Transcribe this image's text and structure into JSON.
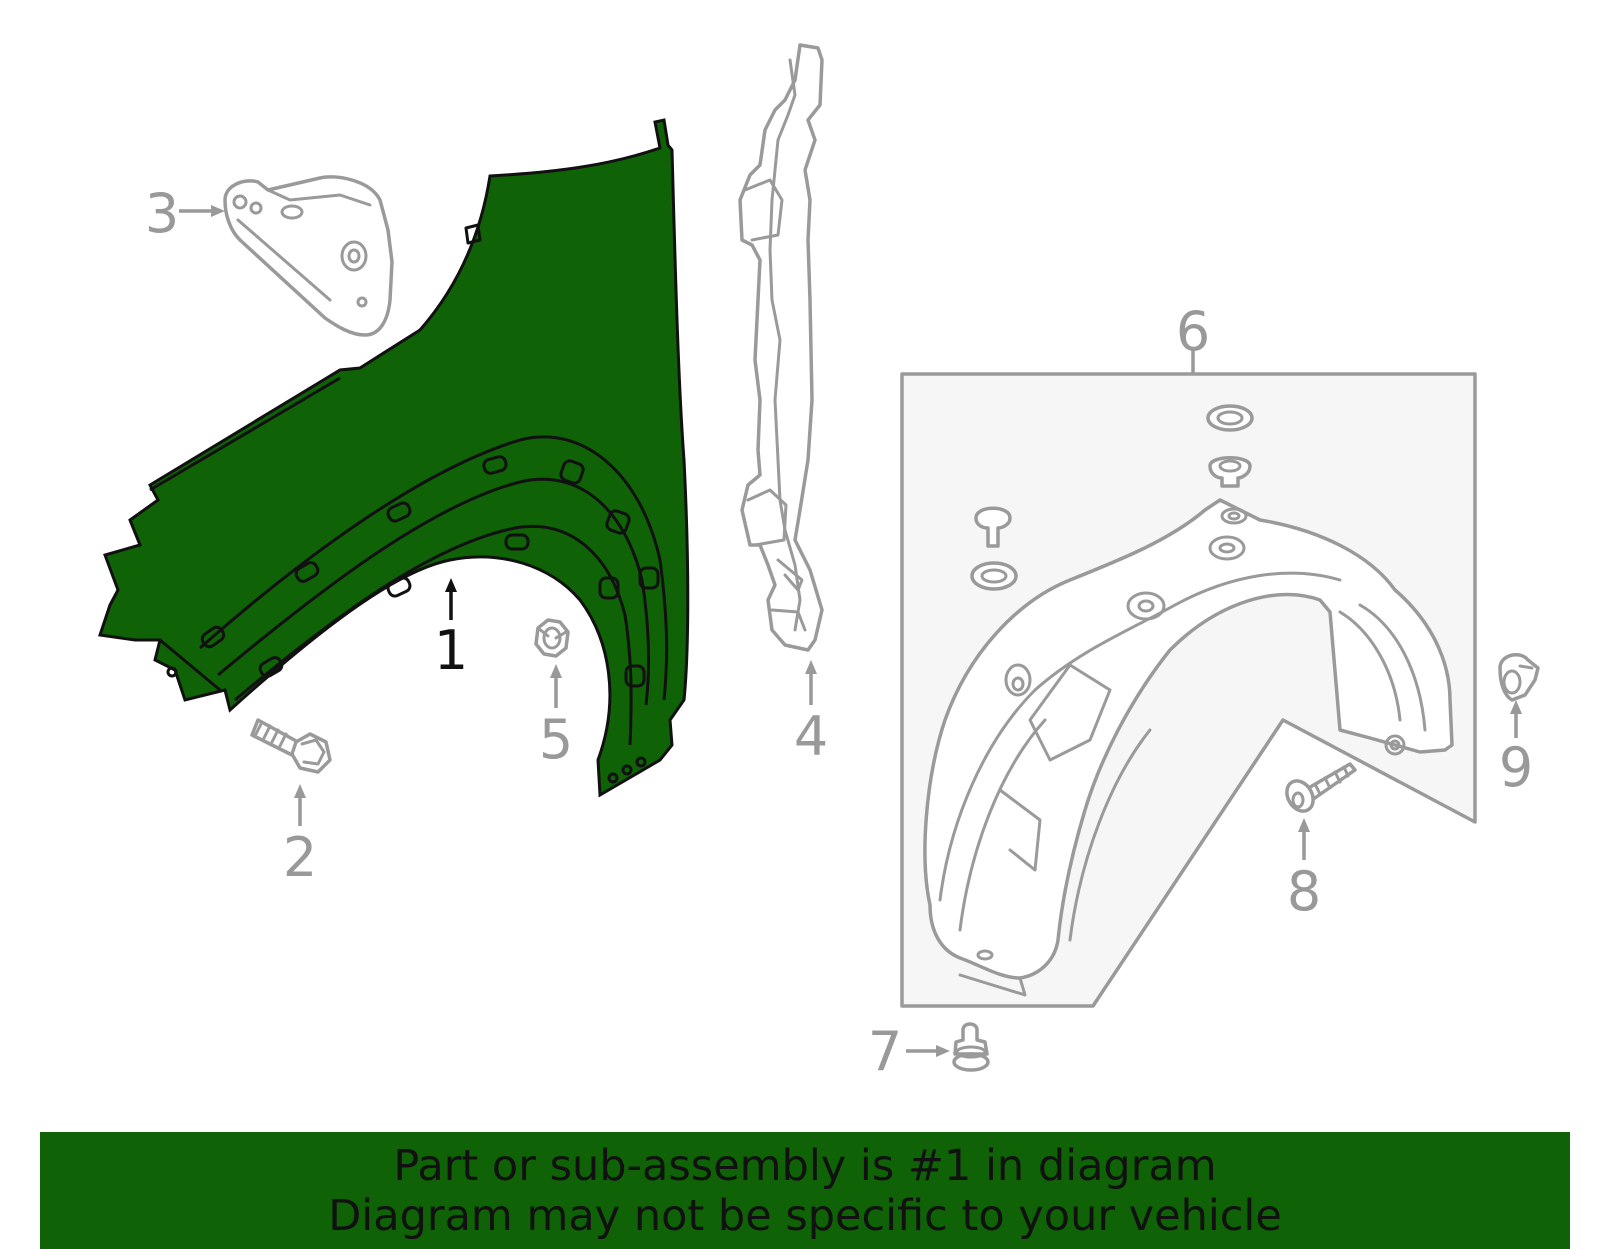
{
  "callouts": {
    "c1": "1",
    "c2": "2",
    "c3": "3",
    "c4": "4",
    "c5": "5",
    "c6": "6",
    "c7": "7",
    "c8": "8",
    "c9": "9"
  },
  "highlight_color": "#0f6206",
  "banner": {
    "line1": "Part or sub-assembly is #1 in diagram",
    "line2": "Diagram may not be specific to your vehicle"
  }
}
